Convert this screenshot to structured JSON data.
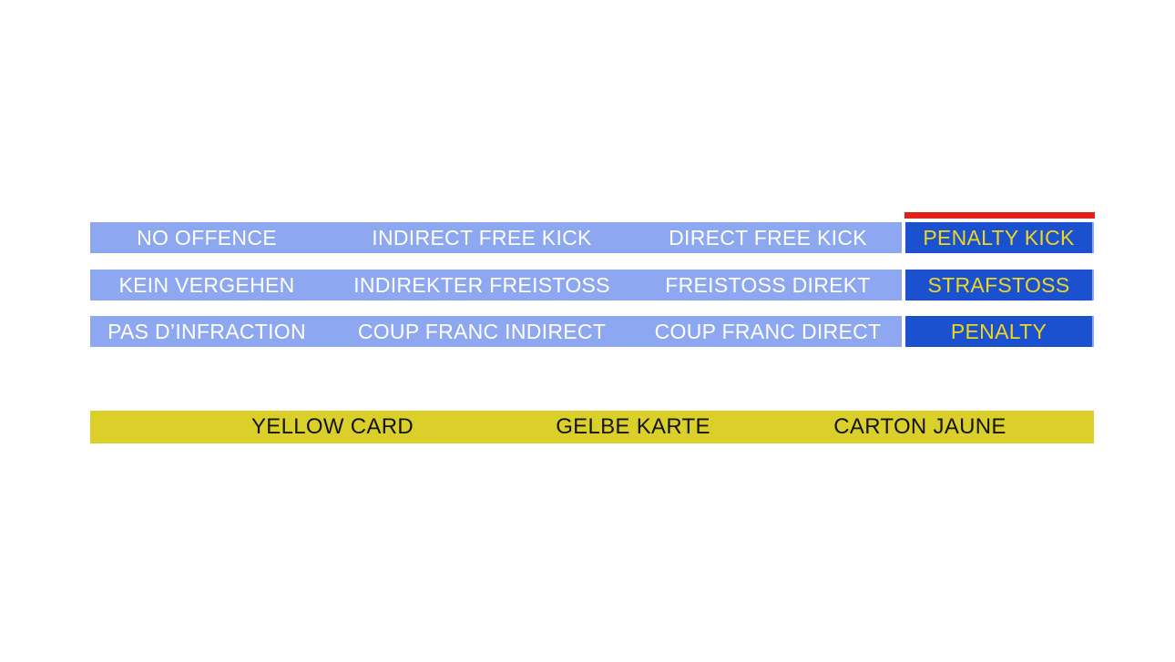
{
  "colors": {
    "page_bg": "#ffffff",
    "light_blue": "#8da7f1",
    "dark_blue": "#1b51ce",
    "red": "#e3211b",
    "mustard": "#dbd02a",
    "yellow_text": "#edd71f",
    "dark_text": "#141414",
    "white_text": "#ffffff"
  },
  "table": {
    "highlighted_column": "penalty",
    "rows": [
      {
        "lang": "english",
        "cells": [
          "NO OFFENCE",
          "INDIRECT FREE KICK",
          "DIRECT FREE KICK",
          "PENALTY KICK"
        ]
      },
      {
        "lang": "german",
        "cells": [
          "KEIN VERGEHEN",
          "INDIREKTER FREISTOSS",
          "FREISTOSS DIREKT",
          "STRAFSTOSS"
        ]
      },
      {
        "lang": "french",
        "cells": [
          "PAS D’INFRACTION",
          "COUP FRANC INDIRECT",
          "COUP FRANC DIRECT",
          "PENALTY"
        ]
      }
    ]
  },
  "yellow_card_bar": {
    "labels": [
      "YELLOW CARD",
      "GELBE KARTE",
      "CARTON JAUNE"
    ]
  }
}
